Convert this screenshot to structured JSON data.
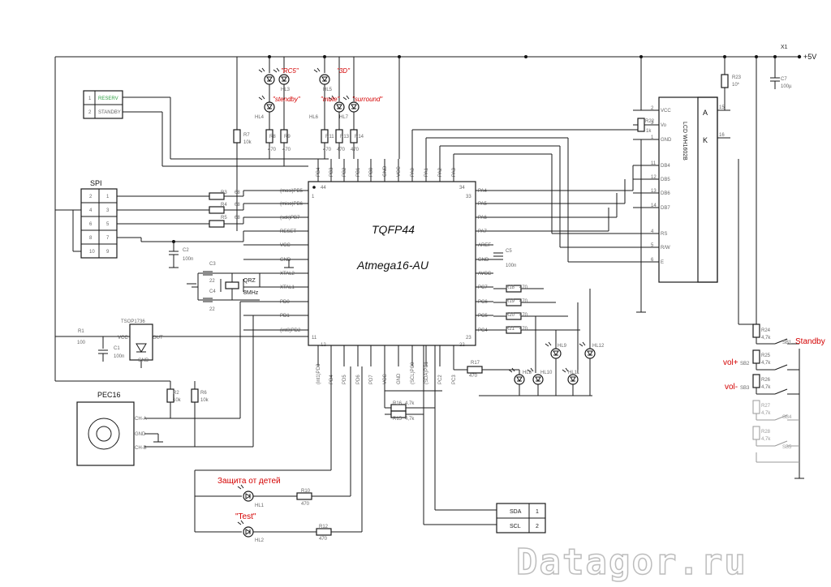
{
  "supply": {
    "connector": "X1",
    "label": "+5V"
  },
  "mcu": {
    "package": "TQFP44",
    "part": "Atmega16-AU",
    "pins_left": [
      "(mosi)PB5",
      "(miso)PB6",
      "(sck)PB7",
      "RESET",
      "VCC",
      "GND",
      "XTAL2",
      "XTAL1",
      "PD0",
      "PD1",
      "(int0)PD2"
    ],
    "pins_right": [
      "PA4",
      "PA5",
      "PA6",
      "PA7",
      "AREF",
      "GND",
      "AVCC",
      "PC7",
      "PC6",
      "PC5",
      "PC4"
    ],
    "pins_top": [
      "PB4",
      "PB3",
      "PB2",
      "PB1",
      "PB0",
      "GND",
      "VCC",
      "PA0",
      "PA1",
      "PA2",
      "PA3"
    ],
    "pins_bottom": [
      "(int1)PD3",
      "PD4",
      "PD5",
      "PD6",
      "PD7",
      "VCC",
      "GND",
      "(SCL)PC0",
      "(SDA)PC1",
      "PC2",
      "PC3"
    ],
    "pin_numbers": [
      "44",
      "1",
      "33",
      "34",
      "11",
      "12",
      "22",
      "23"
    ]
  },
  "lcd": {
    "name": "LCD WH1602B",
    "anode": "A",
    "cathode": "K",
    "pins_left": [
      "VCC",
      "Vo",
      "GND",
      "DB4",
      "DB5",
      "DB6",
      "DB7",
      "RS",
      "R/W",
      "E"
    ],
    "pin_numbers": [
      "2",
      "3",
      "1",
      "11",
      "12",
      "13",
      "14",
      "4",
      "5",
      "6",
      "15",
      "16"
    ]
  },
  "spi": {
    "name": "SPI",
    "left": [
      "2",
      "4",
      "6",
      "8",
      "10"
    ],
    "right": [
      "1",
      "3",
      "5",
      "7",
      "9"
    ]
  },
  "standby_conn": {
    "rows": [
      [
        "1",
        "RESERV"
      ],
      [
        "2",
        "STANDBY"
      ]
    ]
  },
  "i2c_conn": {
    "rows": [
      [
        "SDA",
        "1"
      ],
      [
        "SCL",
        "2"
      ]
    ]
  },
  "resistors": [
    {
      "ref": "R3",
      "val": "68"
    },
    {
      "ref": "R4",
      "val": "68"
    },
    {
      "ref": "R5",
      "val": "68"
    },
    {
      "ref": "R7",
      "val": "10k"
    },
    {
      "ref": "R8",
      "val": "470"
    },
    {
      "ref": "R9",
      "val": "470"
    },
    {
      "ref": "R11",
      "val": "470"
    },
    {
      "ref": "R13",
      "val": "470"
    },
    {
      "ref": "R14",
      "val": "470"
    },
    {
      "ref": "R22",
      "val": "1k"
    },
    {
      "ref": "R23",
      "val": "10*"
    },
    {
      "ref": "R18",
      "val": "470"
    },
    {
      "ref": "R19",
      "val": "470"
    },
    {
      "ref": "R20",
      "val": "470"
    },
    {
      "ref": "R21",
      "val": "470"
    },
    {
      "ref": "R17",
      "val": "470"
    },
    {
      "ref": "R16",
      "val": "4,7k"
    },
    {
      "ref": "R15",
      "val": "4,7k"
    },
    {
      "ref": "R1",
      "val": "100"
    },
    {
      "ref": "R2",
      "val": "10k"
    },
    {
      "ref": "R6",
      "val": "10k"
    },
    {
      "ref": "R10",
      "val": "470"
    },
    {
      "ref": "R12",
      "val": "470"
    },
    {
      "ref": "R24",
      "val": "4,7k"
    },
    {
      "ref": "R25",
      "val": "4,7k"
    },
    {
      "ref": "R26",
      "val": "4,7k"
    },
    {
      "ref": "R27",
      "val": "4,7k"
    },
    {
      "ref": "R28",
      "val": "4,7k"
    }
  ],
  "capacitors": [
    {
      "ref": "C1",
      "val": "100n"
    },
    {
      "ref": "C2",
      "val": "100n"
    },
    {
      "ref": "C3",
      "val": "22"
    },
    {
      "ref": "C4",
      "val": "22"
    },
    {
      "ref": "C5",
      "val": "100n"
    },
    {
      "ref": "C7",
      "val": "100µ"
    }
  ],
  "crystal": {
    "ref": "QRZ",
    "val": "8MHz"
  },
  "ir_receiver": {
    "name": "TSOP1736",
    "pins": [
      "VCC",
      "OUT",
      "GND"
    ]
  },
  "encoder": {
    "name": "PEC16",
    "pins": [
      "CH-A",
      "GND",
      "CH-B"
    ]
  },
  "leds": [
    "HL1",
    "HL2",
    "HL3",
    "HL4",
    "HL5",
    "HL6",
    "HL7",
    "HL8",
    "HL9",
    "HL10",
    "HL11",
    "HL12"
  ],
  "led_captions": [
    "\"RC5\"",
    "\"stendby\"",
    "\"3D\"",
    "\"mute\"",
    "\"surround\"",
    "Защита от детей",
    "\"Test\""
  ],
  "buttons": [
    {
      "ref": "SB1",
      "label": "Standby"
    },
    {
      "ref": "SB2",
      "label": "vol+"
    },
    {
      "ref": "SB3",
      "label": "vol-"
    },
    {
      "ref": "SB4",
      "label": ""
    },
    {
      "ref": "SB5",
      "label": ""
    }
  ],
  "watermark": "Datagor.ru",
  "colors": {
    "wire": "#1a1a1a",
    "label_red": "#d40000",
    "inactive": "#9a9a9a"
  }
}
